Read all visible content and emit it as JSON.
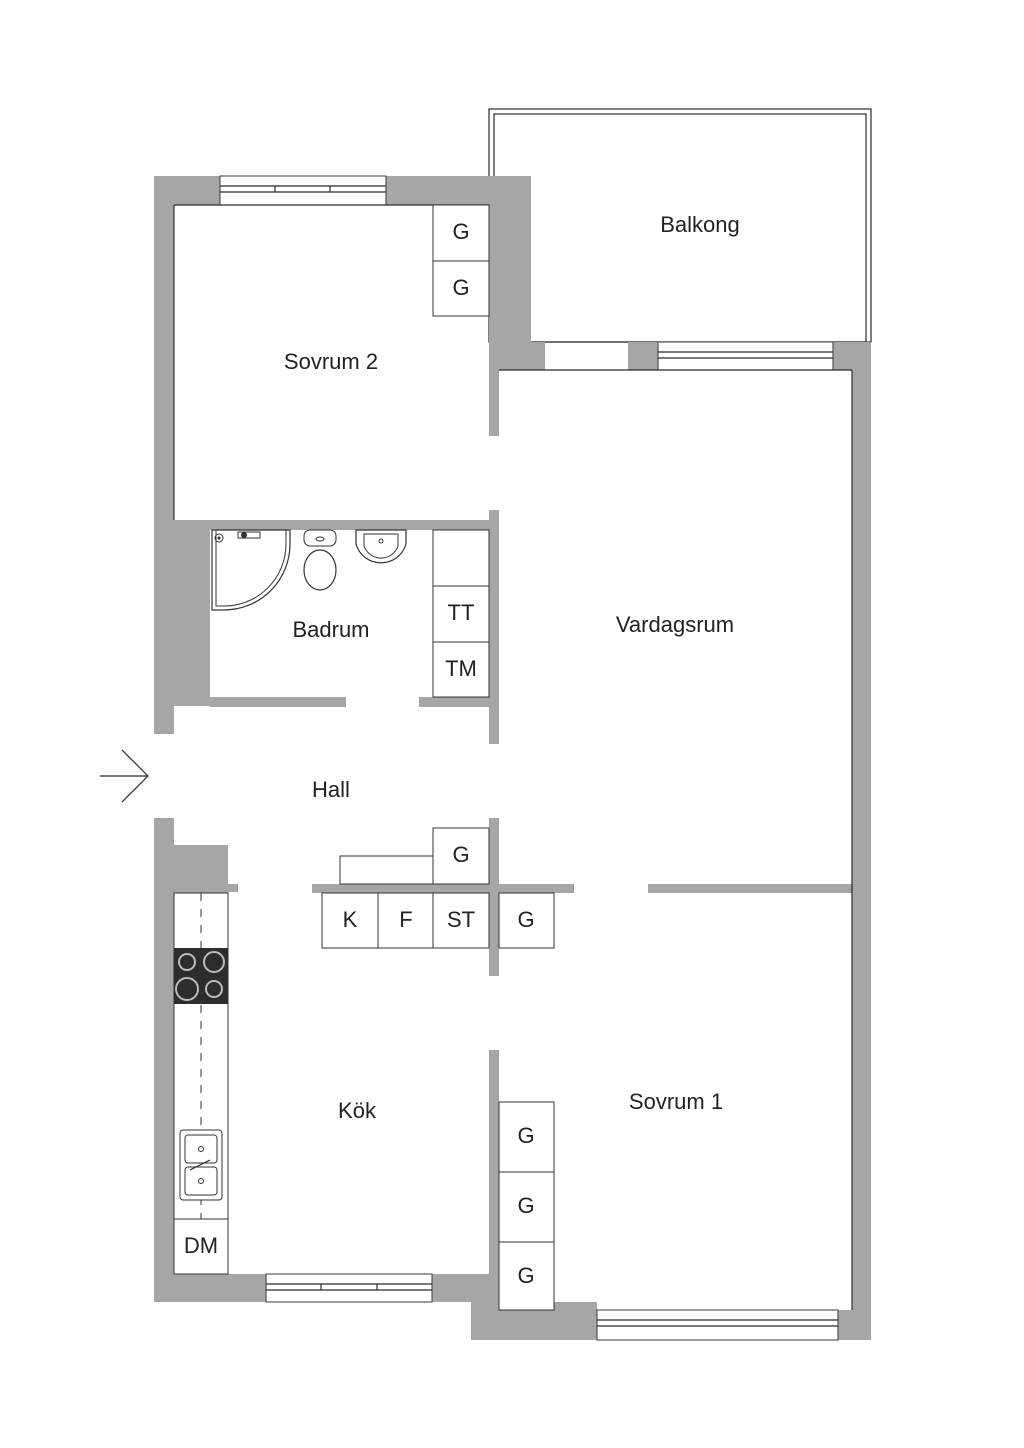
{
  "rooms": {
    "balkong": "Balkong",
    "sovrum2": "Sovrum 2",
    "badrum": "Badrum",
    "vardagsrum": "Vardagsrum",
    "hall": "Hall",
    "kok": "Kök",
    "sovrum1": "Sovrum 1"
  },
  "fixtures": {
    "g": "G",
    "tt": "TT",
    "tm": "TM",
    "k": "K",
    "f": "F",
    "st": "ST",
    "dm": "DM"
  },
  "icons": [
    "entrance-arrow-icon",
    "stove-icon",
    "sink-icon",
    "toilet-icon",
    "washbasin-icon",
    "shower-icon"
  ],
  "colors": {
    "wall": "#a6a6a6",
    "line": "#2b2b2b",
    "background": "#ffffff"
  }
}
